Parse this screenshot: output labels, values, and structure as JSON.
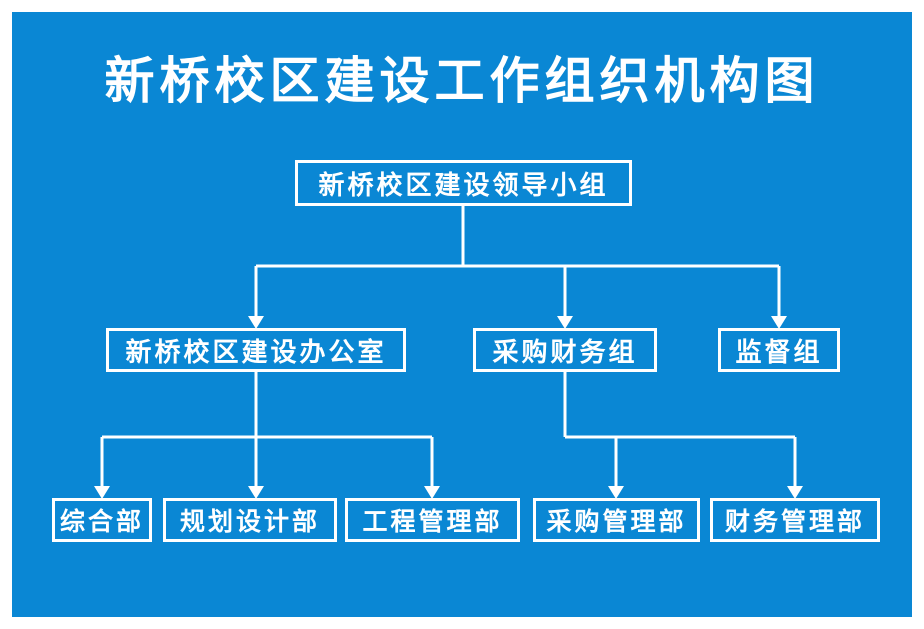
{
  "page": {
    "background_color": "#ffffff",
    "panel_color": "#0a87d4",
    "line_color": "#ffffff",
    "text_color": "#ffffff"
  },
  "title": "新桥校区建设工作组织机构图",
  "org_chart": {
    "type": "org-tree",
    "root": {
      "label": "新桥校区建设领导小组"
    },
    "level2": [
      {
        "id": "office",
        "label": "新桥校区建设办公室"
      },
      {
        "id": "procurement-finance",
        "label": "采购财务组"
      },
      {
        "id": "supervision",
        "label": "监督组"
      }
    ],
    "level3": [
      {
        "parent": "office",
        "label": "综合部"
      },
      {
        "parent": "office",
        "label": "规划设计部"
      },
      {
        "parent": "office",
        "label": "工程管理部"
      },
      {
        "parent": "procurement-finance",
        "label": "采购管理部"
      },
      {
        "parent": "procurement-finance",
        "label": "财务管理部"
      }
    ]
  }
}
